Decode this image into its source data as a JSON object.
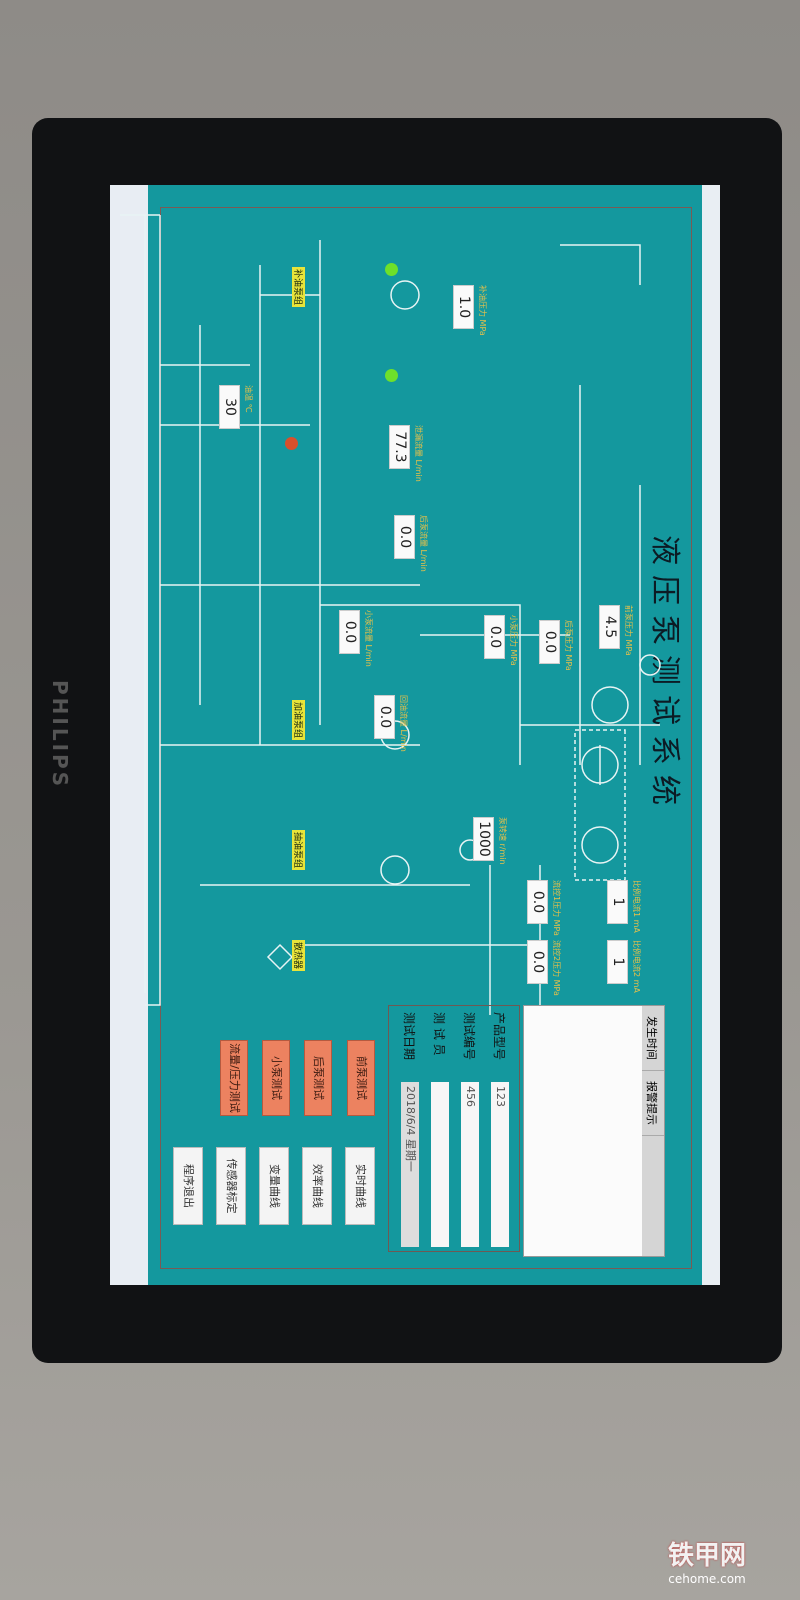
{
  "monitor": {
    "brand": "PHILIPS"
  },
  "app": {
    "title": "液压泵测试系统"
  },
  "readings": [
    {
      "label": "前泵压力 MPa",
      "value": "4.5"
    },
    {
      "label": "后泵压力 MPa",
      "value": "0.0"
    },
    {
      "label": "小泵压力 MPa",
      "value": "0.0"
    },
    {
      "label": "泵转速 r/min",
      "value": "1000"
    },
    {
      "label": "流控1压力 MPa",
      "value": "0.0"
    },
    {
      "label": "流控2压力 MPa",
      "value": "0.0"
    },
    {
      "label": "比例电流1 mA",
      "value": "1"
    },
    {
      "label": "比例电流2 mA",
      "value": "1"
    },
    {
      "label": "补油压力 MPa",
      "value": "1.0"
    },
    {
      "label": "泄漏流量 L/min",
      "value": "77.3"
    },
    {
      "label": "后泵流量 L/min",
      "value": "0.0"
    },
    {
      "label": "小泵流量 L/min",
      "value": "0.0"
    },
    {
      "label": "回油流量 L/min",
      "value": "0.0"
    },
    {
      "label": "油温 ℃",
      "value": "30"
    }
  ],
  "pump_groups": [
    "补油泵组",
    "加油泵组",
    "抽油泵组",
    "散热器"
  ],
  "status_colors": {
    "ok": "#6ee02a",
    "fault": "#d8502c",
    "accent": "#14989e"
  },
  "alarm": {
    "columns": [
      "发生时间",
      "报警提示"
    ]
  },
  "info": {
    "fields": [
      {
        "label": "产品型号",
        "value": "123"
      },
      {
        "label": "测试编号",
        "value": "456"
      },
      {
        "label": "测 试 员",
        "value": ""
      },
      {
        "label": "测试日期",
        "value": "2018/6/4 星期一"
      }
    ]
  },
  "test_buttons": [
    "前泵测试",
    "后泵测试",
    "小泵测试",
    "流量/压力测试"
  ],
  "function_buttons": [
    "实时曲线",
    "效率曲线",
    "变量曲线",
    "传感器标定",
    "程序退出"
  ],
  "watermark": {
    "name": "铁甲网",
    "site": "cehome.com"
  }
}
